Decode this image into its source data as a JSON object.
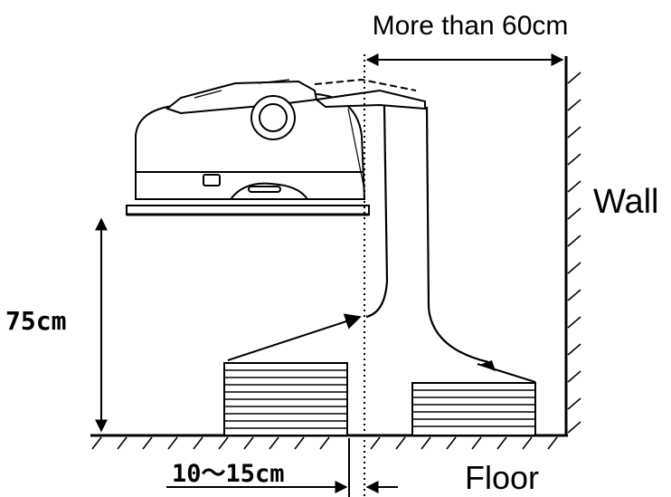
{
  "labels": {
    "clearance": "More than 60cm",
    "wall": "Wall",
    "height": "75cm",
    "gap": "10～15cm",
    "floor": "Floor"
  },
  "colors": {
    "line": "#000000",
    "background": "#ffffff",
    "printer_fill": "#ffffff"
  }
}
